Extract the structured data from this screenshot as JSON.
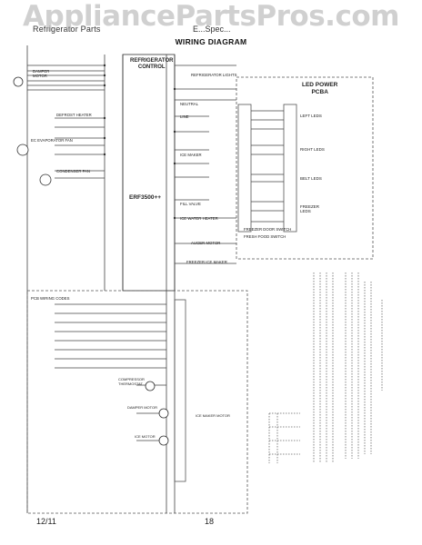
{
  "header": {
    "left": "Refrigerator Parts",
    "right": "E...Spec..."
  },
  "watermark": "AppliancePartsPros.com",
  "title": "WIRING DIAGRAM",
  "control": {
    "label_line1": "REFRIGERATOR",
    "label_line2": "CONTROL",
    "model": "ERF3500++"
  },
  "led_board": {
    "label_line1": "LED POWER",
    "label_line2": "PCBA",
    "left_leds": "LEFT LEDS",
    "right_leds": "RIGHT LEDS",
    "belt_leds": "BELT LEDS",
    "freezer_leds": "FREEZER LEDS"
  },
  "left_labels": {
    "damper_motor": "DAMPER MOTOR",
    "defrost_heater": "DEFROST HEATER",
    "ec_evaporator_fan": "EC EVAPORATOR FAN",
    "condenser_fan": "CONDENSER FAN"
  },
  "center_labels": {
    "refrigerator_lights": "REFRIGERATOR LIGHTS",
    "neutral": "NEUTRAL",
    "line": "LINE",
    "ice_maker": "ICE MAKER",
    "ice_water_heater": "ICE WATER HEATER",
    "fill_valve": "FILL VALVE",
    "auger_motor": "AUGER MOTOR",
    "freezer_ice_maker": "FREEZER ICE MAKER",
    "freezer_door_switch": "FREEZER DOOR SWITCH",
    "fresh_food_switch": "FRESH FOOD SWITCH"
  },
  "lower_labels": {
    "compressor_thermostat": "COMPRESSOR THERMOSTAT",
    "damper_motor": "DAMPER MOTOR",
    "ice_motor": "ICE MOTOR",
    "ice_maker_motor": "ICE MAKER MOTOR",
    "color_code": "PCB WIRING CODES"
  },
  "footer": {
    "date": "12/11",
    "page": "18"
  }
}
